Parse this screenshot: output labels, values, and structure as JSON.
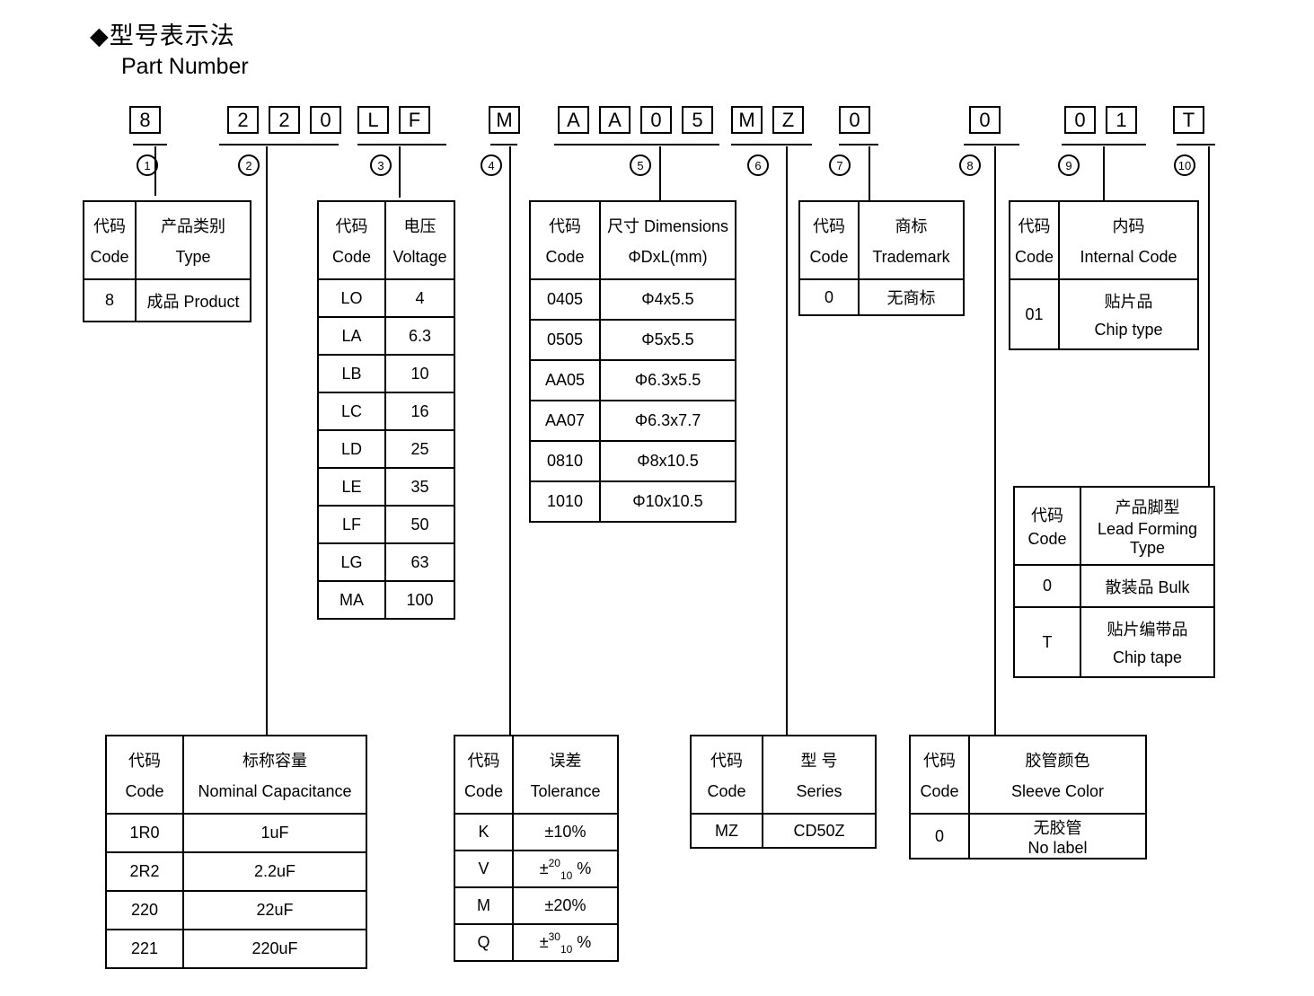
{
  "title": {
    "zh": "◆型号表示法",
    "en": "Part Number"
  },
  "part_number": {
    "groups": [
      {
        "id": "1",
        "chars": [
          "8"
        ]
      },
      {
        "id": "2",
        "chars": [
          "2",
          "2",
          "0"
        ]
      },
      {
        "id": "3",
        "chars": [
          "L",
          "F"
        ]
      },
      {
        "id": "4",
        "chars": [
          "M"
        ]
      },
      {
        "id": "5",
        "chars": [
          "A",
          "A",
          "0",
          "5"
        ]
      },
      {
        "id": "6",
        "chars": [
          "M",
          "Z"
        ]
      },
      {
        "id": "7",
        "chars": [
          "0"
        ]
      },
      {
        "id": "8",
        "chars": [
          "0"
        ]
      },
      {
        "id": "9",
        "chars": [
          "0",
          "1"
        ]
      },
      {
        "id": "10",
        "chars": [
          "T"
        ]
      }
    ]
  },
  "tables": {
    "product_type": {
      "header": {
        "c1zh": "代码",
        "c1en": "Code",
        "c2zh": "产品类别",
        "c2en": "Type"
      },
      "rows": [
        [
          "8",
          "成品 Product"
        ]
      ]
    },
    "voltage": {
      "header": {
        "c1zh": "代码",
        "c1en": "Code",
        "c2zh": "电压",
        "c2en": "Voltage"
      },
      "rows": [
        [
          "LO",
          "4"
        ],
        [
          "LA",
          "6.3"
        ],
        [
          "LB",
          "10"
        ],
        [
          "LC",
          "16"
        ],
        [
          "LD",
          "25"
        ],
        [
          "LE",
          "35"
        ],
        [
          "LF",
          "50"
        ],
        [
          "LG",
          "63"
        ],
        [
          "MA",
          "100"
        ]
      ]
    },
    "dimensions": {
      "header": {
        "c1zh": "代码",
        "c1en": "Code",
        "c2zh": "尺寸 Dimensions",
        "c2en": "ΦDxL(mm)"
      },
      "rows": [
        [
          "0405",
          "Φ4x5.5"
        ],
        [
          "0505",
          "Φ5x5.5"
        ],
        [
          "AA05",
          "Φ6.3x5.5"
        ],
        [
          "AA07",
          "Φ6.3x7.7"
        ],
        [
          "0810",
          "Φ8x10.5"
        ],
        [
          "1010",
          "Φ10x10.5"
        ]
      ]
    },
    "trademark": {
      "header": {
        "c1zh": "代码",
        "c1en": "Code",
        "c2zh": "商标",
        "c2en": "Trademark"
      },
      "rows": [
        [
          "0",
          "无商标"
        ]
      ]
    },
    "internal_code": {
      "header": {
        "c1zh": "代码",
        "c1en": "Code",
        "c2zh": "内码",
        "c2en": "Internal Code"
      },
      "rows": [
        {
          "code": "01",
          "zh": "贴片品",
          "en": "Chip type"
        }
      ]
    },
    "lead_forming": {
      "header": {
        "c1zh": "代码",
        "c1en": "Code",
        "c2zh": "产品脚型",
        "c2en": "Lead Forming Type"
      },
      "rows": [
        {
          "code": "0",
          "zh": "散装品 Bulk",
          "en": ""
        },
        {
          "code": "T",
          "zh": "贴片编带品",
          "en": "Chip tape"
        }
      ]
    },
    "capacitance": {
      "header": {
        "c1zh": "代码",
        "c1en": "Code",
        "c2zh": "标称容量",
        "c2en": "Nominal Capacitance"
      },
      "rows": [
        [
          "1R0",
          "1uF"
        ],
        [
          "2R2",
          "2.2uF"
        ],
        [
          "220",
          "22uF"
        ],
        [
          "221",
          "220uF"
        ]
      ]
    },
    "tolerance": {
      "header": {
        "c1zh": "代码",
        "c1en": "Code",
        "c2zh": "误差",
        "c2en": "Tolerance"
      },
      "rows": [
        {
          "code": "K",
          "plain": "±10%"
        },
        {
          "code": "V",
          "pm": "±",
          "sup": "20",
          "sub": "10",
          "pct": "%"
        },
        {
          "code": "M",
          "plain": "±20%"
        },
        {
          "code": "Q",
          "pm": "±",
          "sup": "30",
          "sub": "10",
          "pct": "%"
        }
      ]
    },
    "series": {
      "header": {
        "c1zh": "代码",
        "c1en": "Code",
        "c2zh": "型 号",
        "c2en": "Series"
      },
      "rows": [
        [
          "MZ",
          "CD50Z"
        ]
      ]
    },
    "sleeve_color": {
      "header": {
        "c1zh": "代码",
        "c1en": "Code",
        "c2zh": "胶管颜色",
        "c2en": "Sleeve Color"
      },
      "rows": [
        {
          "code": "0",
          "zh": "无胶管",
          "en": "No label"
        }
      ]
    }
  }
}
